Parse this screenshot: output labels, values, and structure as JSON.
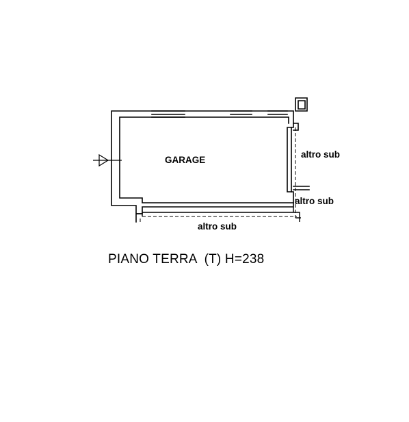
{
  "plan": {
    "room_label": "GARAGE",
    "adjacent_right_label": "altro sub",
    "adjacent_corner_label": "altro sub",
    "adjacent_bottom_label": "altro sub",
    "floor_title": "PIANO TERRA  (T) H=238"
  }
}
